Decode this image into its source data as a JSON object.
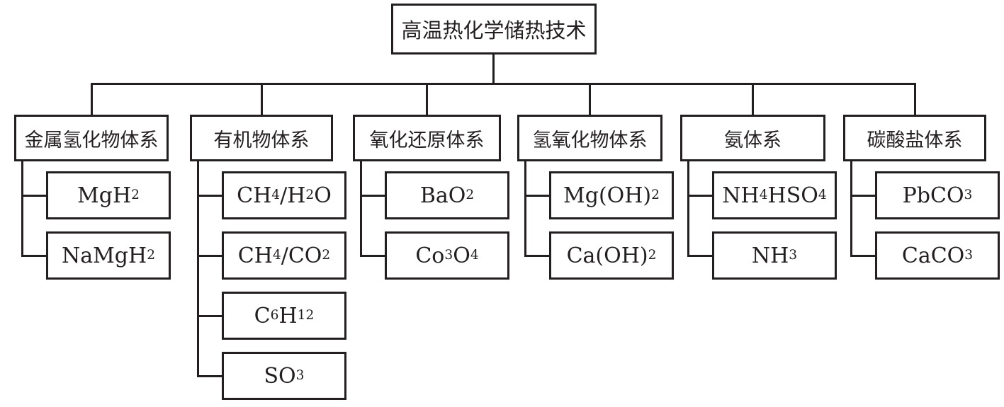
{
  "meta": {
    "background_color": "#ffffff",
    "line_color": "#231f20",
    "text_color": "#231f20",
    "subscript_marker": "_"
  },
  "figure": {
    "root": {
      "label": "高温热化学储热技术"
    },
    "branches": [
      {
        "label": "金属氢化物体系",
        "children": [
          "MgH_2_",
          "NaMgH_2_"
        ]
      },
      {
        "label": "有机物体系",
        "children": [
          "CH_4_/H_2_O",
          "CH_4_/CO_2_",
          "C_6_H_12_",
          "SO_3_"
        ]
      },
      {
        "label": "氧化还原体系",
        "children": [
          "BaO_2_",
          "Co_3_O_4_"
        ]
      },
      {
        "label": "氢氧化物体系",
        "children": [
          "Mg(OH)_2_",
          "Ca(OH)_2_"
        ]
      },
      {
        "label": "氨体系",
        "children": [
          "NH_4_HSO_4_",
          "NH_3_"
        ]
      },
      {
        "label": "碳酸盐体系",
        "children": [
          "PbCO_3_",
          "CaCO_3_"
        ]
      }
    ]
  }
}
